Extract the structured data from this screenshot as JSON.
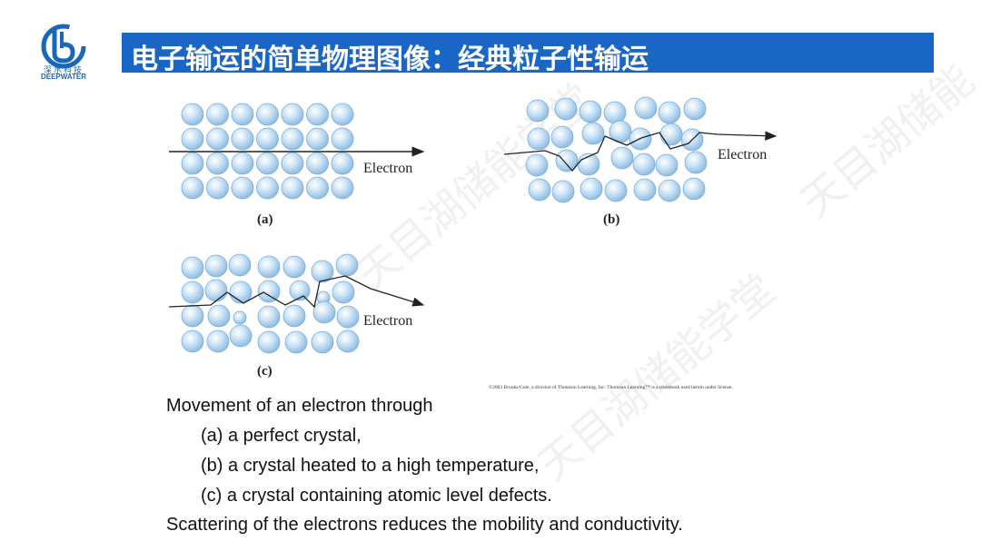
{
  "logo": {
    "cn": "深水科技",
    "en": "DEEPWATER"
  },
  "title": "电子输运的简单物理图像：经典粒子性输运",
  "figure": {
    "electron_label": "Electron",
    "panels": [
      {
        "label": "(a)"
      },
      {
        "label": "(b)"
      },
      {
        "label": "(c)"
      }
    ],
    "copyright": "©2003 Brooks/Cole, a division of Thomson Learning, Inc.  Thomson Learning™ is a trademark used herein under license."
  },
  "caption": {
    "intro": "Movement of an electron through",
    "items": [
      "(a) a perfect crystal,",
      "(b) a crystal heated to a high temperature,",
      "(c) a crystal containing atomic level defects."
    ],
    "conclusion": "Scattering of the electrons reduces the mobility and conductivity."
  },
  "watermark": "天目湖储能学堂",
  "colors": {
    "brand_blue": "#1a66c4",
    "atom_fill": "#b9d9f3"
  }
}
